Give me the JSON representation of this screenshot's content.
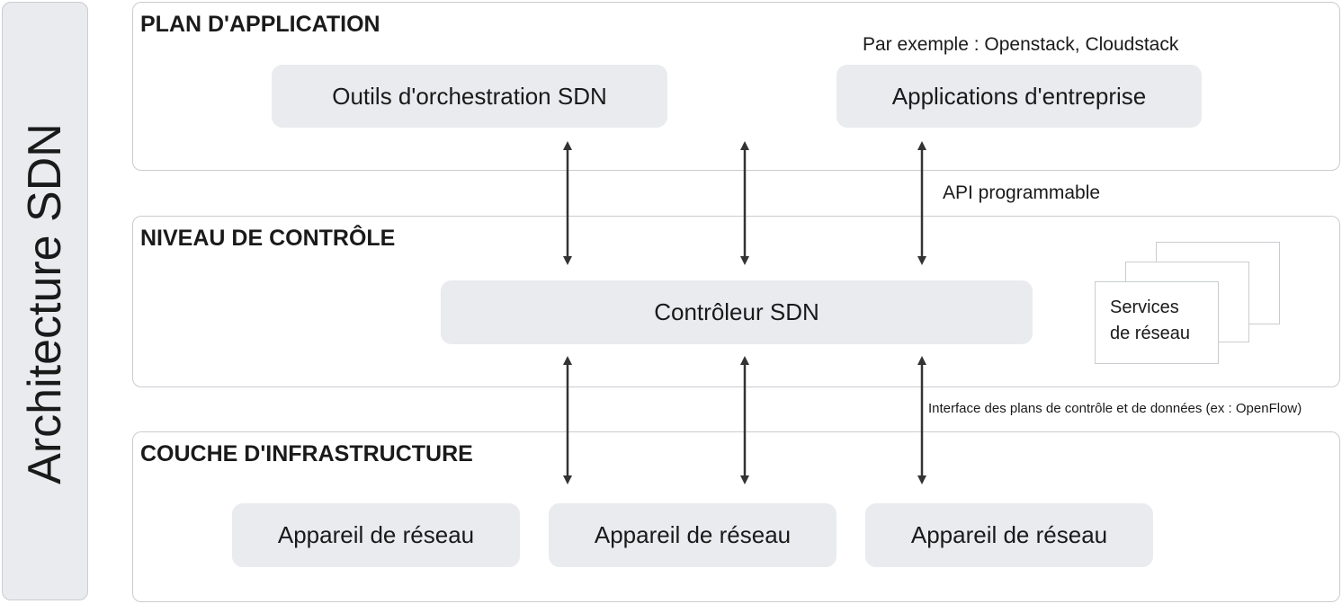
{
  "side_title": "Architecture SDN",
  "layers": {
    "application": {
      "title": "PLAN D'APPLICATION",
      "orchestration": "Outils d'orchestration SDN",
      "enterprise": "Applications d'entreprise",
      "example": "Par exemple : Openstack, Cloudstack"
    },
    "control": {
      "title": "NIVEAU DE CONTRÔLE",
      "controller": "Contrôleur SDN",
      "services": [
        "Services",
        "de réseau"
      ]
    },
    "infrastructure": {
      "title": "COUCHE D'INFRASTRUCTURE",
      "devices": [
        "Appareil de réseau",
        "Appareil de réseau",
        "Appareil de réseau"
      ]
    }
  },
  "labels": {
    "api": "API programmable",
    "interface": "Interface des plans de contrôle et de données (ex : OpenFlow)"
  },
  "colors": {
    "box_fill": "#e9ebee",
    "border": "#c9ccd0",
    "arrow": "#333333"
  }
}
